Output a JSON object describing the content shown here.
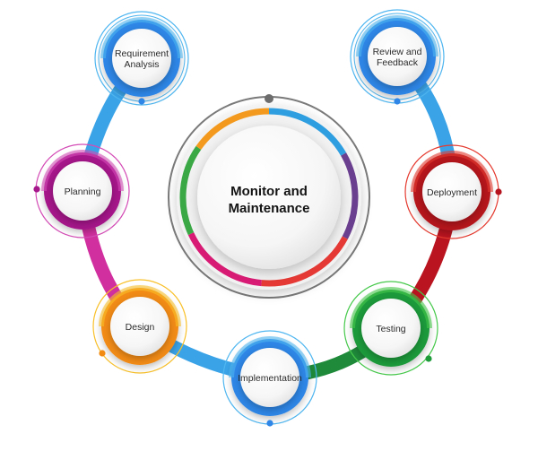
{
  "center": {
    "line1": "Monitor and",
    "line2": "Maintenance"
  },
  "stages": [
    {
      "id": "requirement-analysis",
      "lines": [
        "Requirement",
        "Analysis"
      ],
      "color": "#2f86e6",
      "light": "#4fb6f0"
    },
    {
      "id": "planning",
      "lines": [
        "Planning"
      ],
      "color": "#a5178a",
      "light": "#d44cb6"
    },
    {
      "id": "design",
      "lines": [
        "Design"
      ],
      "color": "#f28b12",
      "light": "#f8c02a"
    },
    {
      "id": "implementation",
      "lines": [
        "Implementation"
      ],
      "color": "#2f86e6",
      "light": "#4fb6f0"
    },
    {
      "id": "testing",
      "lines": [
        "Testing"
      ],
      "color": "#1f9a3b",
      "light": "#46c94b"
    },
    {
      "id": "deployment",
      "lines": [
        "Deployment"
      ],
      "color": "#b5141e",
      "light": "#e53a2f"
    },
    {
      "id": "review-and-feedback",
      "lines": [
        "Review and",
        "Feedback"
      ],
      "color": "#2f86e6",
      "light": "#4fb6f0"
    }
  ],
  "ring_colors": [
    "#2e9ee0",
    "#6b3f8f",
    "#e53935",
    "#d81b74",
    "#3aa845",
    "#f39a1e"
  ]
}
